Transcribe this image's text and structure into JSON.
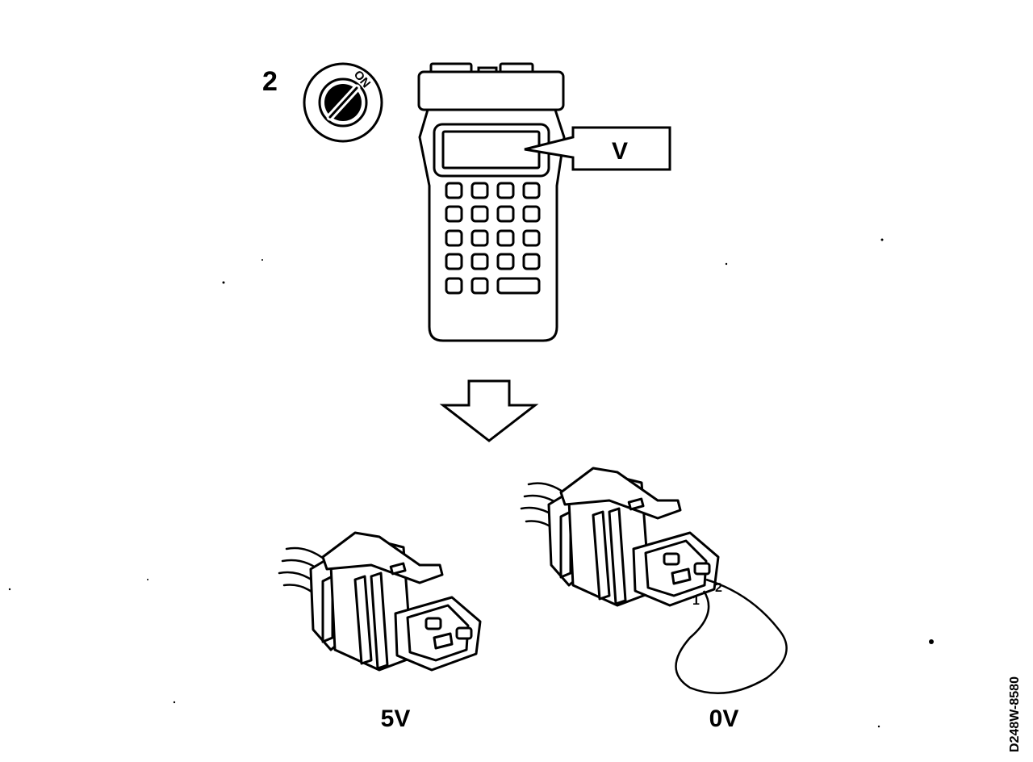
{
  "step_number": "2",
  "ignition_switch": {
    "position_label": "ON"
  },
  "tester": {
    "display_callout": "V"
  },
  "connectors": [
    {
      "id": "left",
      "reading": "5V"
    },
    {
      "id": "right",
      "reading": "0V",
      "pin_labels": [
        "1",
        "2"
      ]
    }
  ],
  "figure_code": "D248W-8580",
  "colors": {
    "ink": "#000000",
    "paper": "#ffffff"
  }
}
